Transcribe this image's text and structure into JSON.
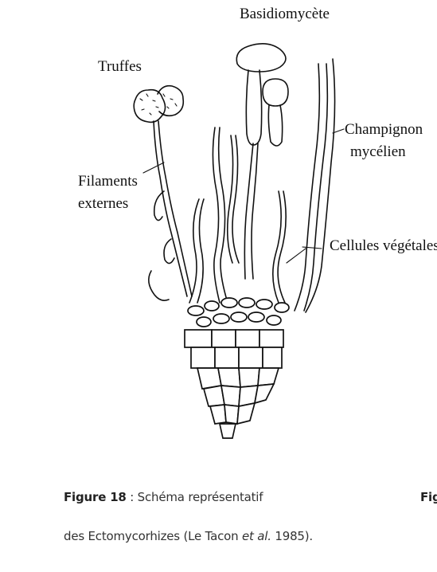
{
  "labels": {
    "basidiomycete": "Basidiomycète",
    "truffes": "Truffes",
    "champignon_line1": "Champignon",
    "champignon_line2": "mycélien",
    "filaments_line1": "Filaments",
    "filaments_line2": "externes",
    "cellules": "Cellules végétales"
  },
  "caption": {
    "figure_label": "Figure 18",
    "separator": " : ",
    "line1_text": "Schéma représentatif",
    "line2_pre": "des Ectomycorhizes (Le Tacon ",
    "line2_italic": "et al.",
    "line2_post": " 1985).",
    "cut_off_text": "Fig"
  }
}
